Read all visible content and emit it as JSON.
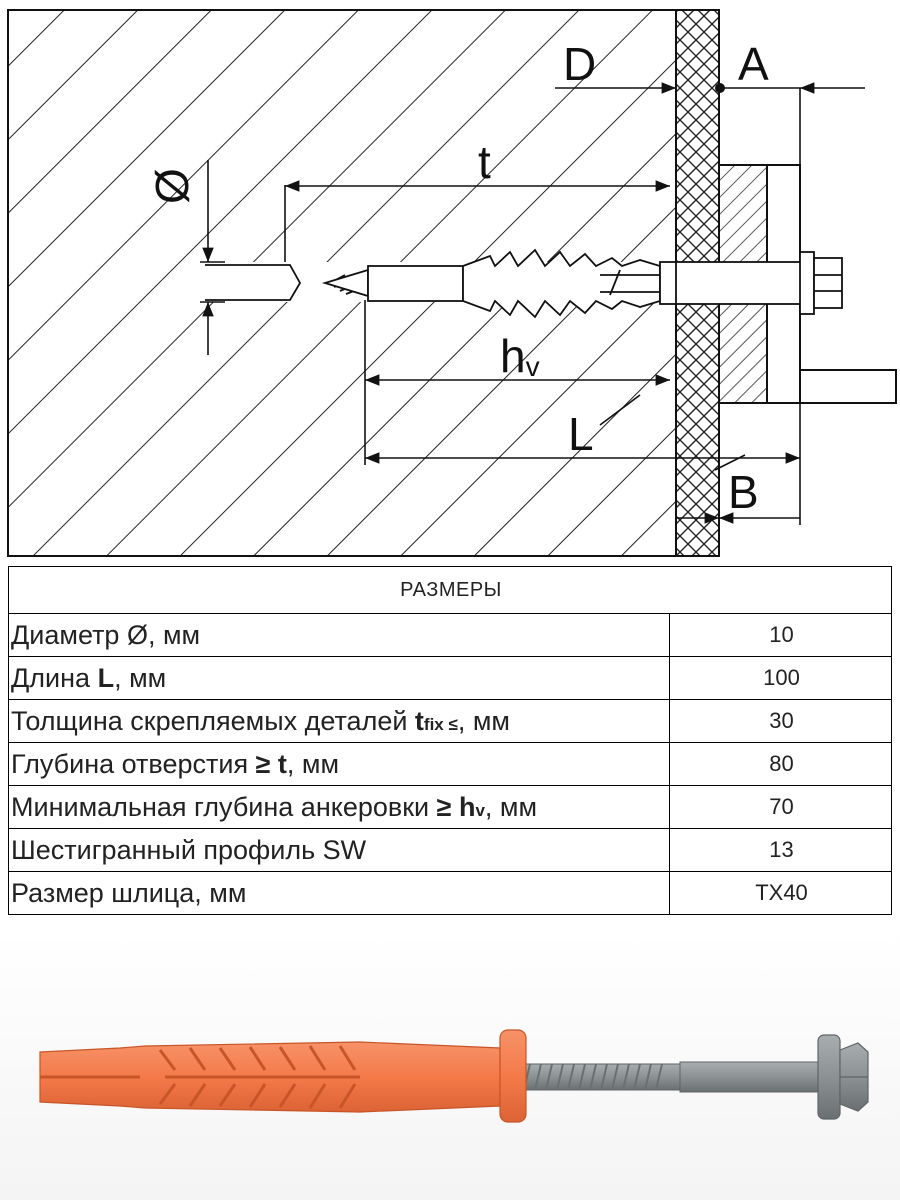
{
  "diagram": {
    "labels": {
      "diameter": "Ø",
      "D": "D",
      "A": "A",
      "t": "t",
      "hv_main": "h",
      "hv_sub": "v",
      "L": "L",
      "B": "B"
    }
  },
  "table": {
    "title": "РАЗМЕРЫ",
    "rows": [
      {
        "pre": "Диаметр Ø, мм",
        "bold": "",
        "sub": "",
        "post": "",
        "value": "10"
      },
      {
        "pre": "Длина ",
        "bold": "L",
        "sub": "",
        "post": ", мм",
        "value": "100"
      },
      {
        "pre": "Толщина скрепляемых деталей ",
        "bold": "t",
        "sub": "fix ≤",
        "post": ", мм",
        "value": "30"
      },
      {
        "pre": "Глубина отверстия ",
        "bold": "≥ t",
        "sub": "",
        "post": ", мм",
        "value": "80"
      },
      {
        "pre": "Минимальная глубина анкеровки ",
        "bold": "≥ h",
        "sub": "v",
        "post": ", мм",
        "value": "70"
      },
      {
        "pre": "Шестигранный профиль SW",
        "bold": "",
        "sub": "",
        "post": "",
        "value": "13"
      },
      {
        "pre": "Размер шлица, мм",
        "bold": "",
        "sub": "",
        "post": "",
        "value": "TX40"
      }
    ]
  },
  "colors": {
    "sleeve": "#f47a4a",
    "sleeve_dark": "#d85e33",
    "screw": "#8f9596",
    "screw_dark": "#5f6566",
    "line": "#1a1a1a"
  }
}
